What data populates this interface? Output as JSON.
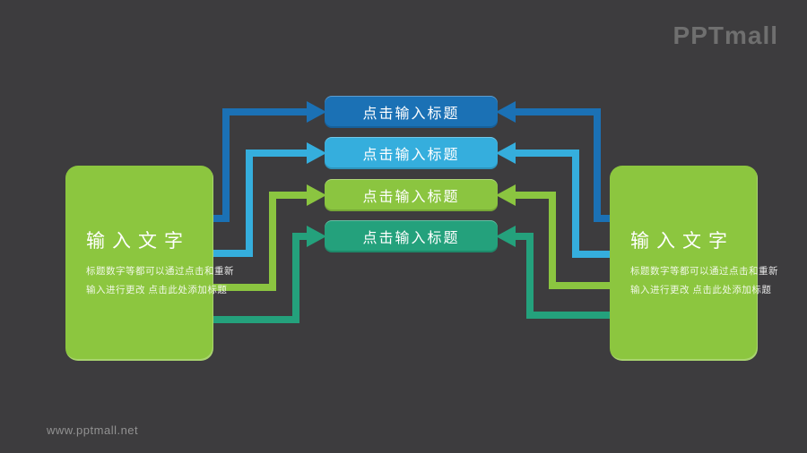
{
  "slide": {
    "background_color": "#3D3C3E",
    "brand_logo": "PPTmall",
    "watermark": "www.pptmall.net"
  },
  "left_panel": {
    "title": "输入文字",
    "body_line1": "标题数字等都可以通过点击和重新",
    "body_line2": "输入进行更改 点击此处添加标题",
    "color": "#8CC63F"
  },
  "right_panel": {
    "title": "输入文字",
    "body_line1": "标题数字等都可以通过点击和重新",
    "body_line2": "输入进行更改 点击此处添加标题",
    "color": "#8CC63F"
  },
  "title_bars": [
    {
      "label": "点击输入标题",
      "color": "#1B71B5"
    },
    {
      "label": "点击输入标题",
      "color": "#35AEDD"
    },
    {
      "label": "点击输入标题",
      "color": "#8BC540"
    },
    {
      "label": "点击输入标题",
      "color": "#24A17C"
    }
  ]
}
